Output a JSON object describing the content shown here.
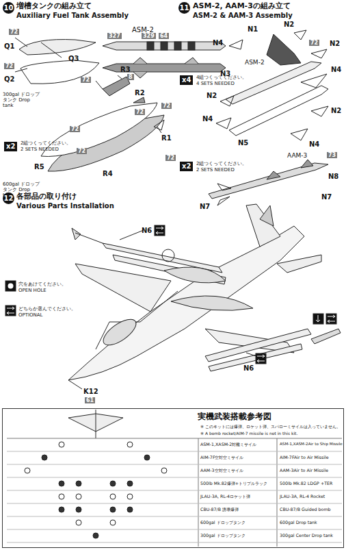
{
  "diagram": {
    "nodes": [
      {
        "text": [
          "実機武装搭載参考図"
        ]
      }
    ],
    "labels": [
      "10",
      "増槽タンクの組み立て",
      "Auxiliary Fuel Tank Assembly",
      "ASM-2",
      "327",
      "329",
      "64",
      "8",
      "72",
      "Q1",
      "Q3",
      "72",
      "Q2",
      "300gal ドロップタンク Drop tank",
      "72",
      "R3",
      "R2",
      "72",
      "72",
      "R1",
      "72",
      "72",
      "x2",
      "2組つくってください。",
      "2 SETS NEEDED",
      "R5",
      "R4",
      "72",
      "600gal ドロップタンク Drop tank",
      "11",
      "ASM-2, AAM-3の組み立て",
      "ASM-2 & AAM-3 Assembly",
      "N1",
      "N2",
      "N4",
      "72",
      "N2",
      "x4",
      "4組つくってください。",
      "4 SETS NEEDED",
      "ASM-2",
      "N3",
      "N4",
      "N2",
      "N2",
      "N4",
      "N5",
      "N4",
      "AAM-3",
      "73",
      "x2",
      "2組つくってください。",
      "2 SETS NEEDED",
      "N7",
      "N8",
      "N7",
      "12",
      "各部品の取り付け",
      "Various Parts Installation",
      "N6",
      "穴をあけてください。",
      "OPEN HOLE",
      "どちらか選んでください。",
      "OPTIONAL",
      "N6",
      "K12",
      "61",
      "※ このキットには爆弾、ロケット弾、スパローミサイルは入っていません。",
      "※ A bomb rocket/AIM-7 missile is not in this kit.",
      "ASM-1,XASM-2対艦ミサイル",
      "ASM-1,XASM-2Air to Ship Missile",
      "AIM-7F空対空ミサイル",
      "AIM-7FAir to Air Missile",
      "AAM-3空対空ミサイル",
      "AAM-3Air to Air Missile",
      "500lb Mk.82爆弾+トリプルラック",
      "500lb Mk.82 LDGP +TER",
      "JLAU-3A, RL-4ロケット弾",
      "JLAU-3A, RL-4 Rocket",
      "CBU-87/B 誘導爆弾",
      "CBU-87/B Guided bomb",
      "600gal ドロップタンク",
      "600gal Drop tank",
      "300gal ドロップタンク",
      "300gal Center Drop tank"
    ]
  }
}
